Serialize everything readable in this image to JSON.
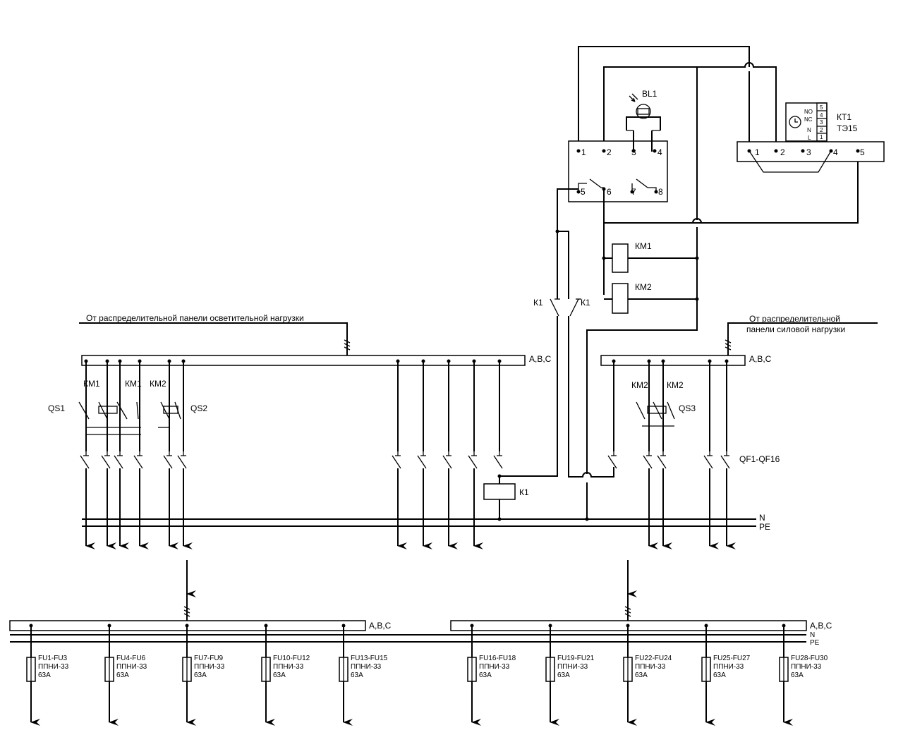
{
  "sources": {
    "lighting": "От распределительной панели осветительной нагрузки",
    "power_line1": "От распределительной",
    "power_line2": "панели силовой нагрузки"
  },
  "busbars": {
    "phases": "А,В,С",
    "neutral": "N",
    "protective": "PE"
  },
  "contactors": {
    "km1": "КМ1",
    "km2": "КМ2",
    "k1": "К1"
  },
  "switches": {
    "qs1": "QS1",
    "qs2": "QS2",
    "qs3": "QS3",
    "qf": "QF1-QF16"
  },
  "photo_relay": {
    "name": "BL1",
    "terminals": [
      "1",
      "2",
      "3",
      "4",
      "5",
      "6",
      "7",
      "8"
    ]
  },
  "timer": {
    "name": "КТ1",
    "model": "ТЭ15",
    "terminals": [
      "1",
      "2",
      "3",
      "4",
      "5"
    ],
    "contacts": [
      "NO",
      "NC",
      "N",
      "L"
    ],
    "pins": [
      "5",
      "4",
      "3",
      "2",
      "1"
    ]
  },
  "fuses": {
    "type": "ППНИ-33",
    "rating": "63А",
    "groups": [
      "FU1-FU3",
      "FU4-FU6",
      "FU7-FU9",
      "FU10-FU12",
      "FU13-FU15",
      "FU16-FU18",
      "FU19-FU21",
      "FU22-FU24",
      "FU25-FU27",
      "FU28-FU30"
    ]
  }
}
